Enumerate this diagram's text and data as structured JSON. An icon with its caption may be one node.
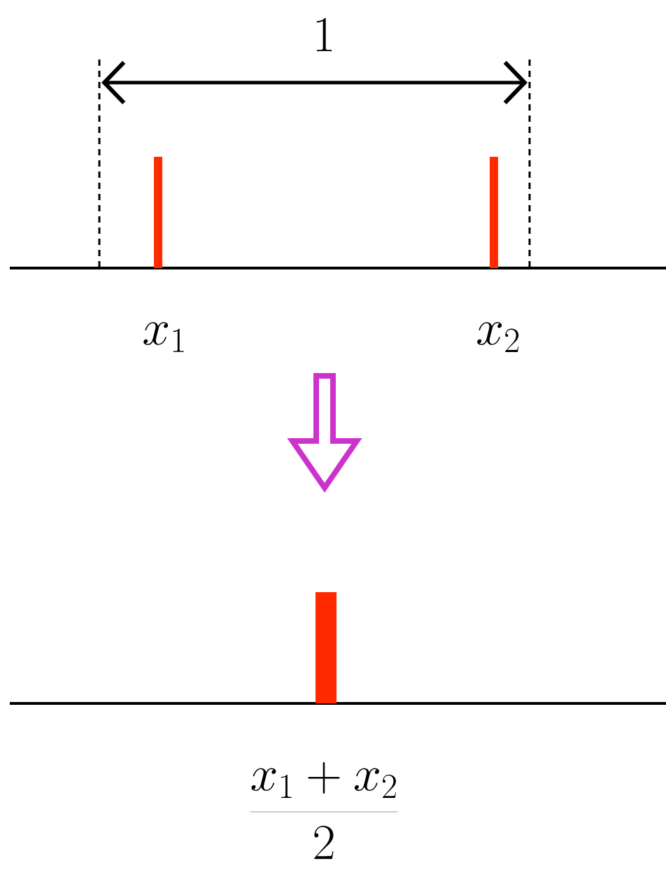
{
  "diagram": {
    "nodes": [
      {
        "text": [],
        "shape": "bar"
      },
      {
        "text": [],
        "shape": "bar"
      },
      {
        "text": [],
        "shape": "bar"
      }
    ],
    "labels": [
      "1",
      "x_1",
      "x_2",
      "\\frac{x_1 + x_2}{2}"
    ]
  }
}
